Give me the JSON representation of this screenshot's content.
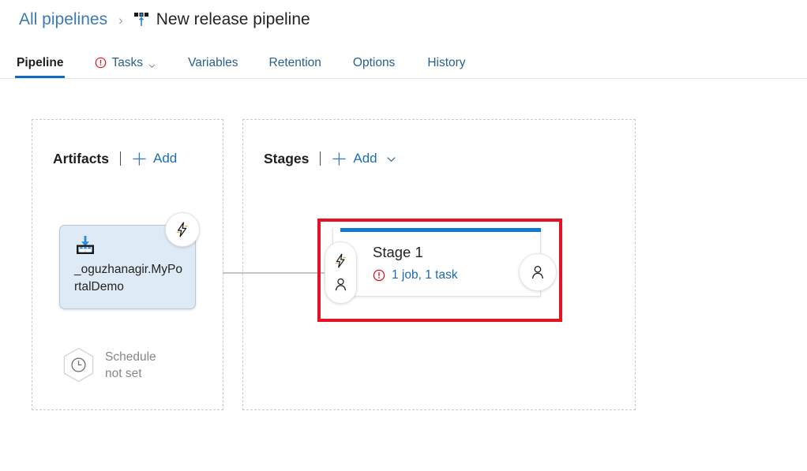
{
  "header": {
    "breadcrumb_link": "All pipelines",
    "breadcrumb_separator": "›",
    "title": "New release pipeline",
    "title_icon": "release-pipeline-icon"
  },
  "tabs": [
    {
      "label": "Pipeline",
      "active": true,
      "icon": "",
      "chevron": false
    },
    {
      "label": "Tasks",
      "active": false,
      "icon": "warning-icon",
      "chevron": true
    },
    {
      "label": "Variables",
      "active": false,
      "icon": "",
      "chevron": false
    },
    {
      "label": "Retention",
      "active": false,
      "icon": "",
      "chevron": false
    },
    {
      "label": "Options",
      "active": false,
      "icon": "",
      "chevron": false
    },
    {
      "label": "History",
      "active": false,
      "icon": "",
      "chevron": false
    }
  ],
  "artifacts": {
    "panel_title": "Artifacts",
    "add_label": "Add",
    "add_icon": "plus-icon",
    "node": {
      "name": "_oguzhanagir.MyPortalDemo",
      "icon": "build-artifact-icon",
      "trigger_badge_icon": "lightning-bolt-icon"
    },
    "schedule": {
      "line1": "Schedule",
      "line2": "not set",
      "icon": "clock-hexagon-icon"
    }
  },
  "stages": {
    "panel_title": "Stages",
    "add_label": "Add",
    "add_icon": "plus-icon",
    "add_chevron_icon": "chevron-down-icon",
    "node": {
      "name": "Stage 1",
      "status_text": "1 job, 1 task",
      "status_icon": "warning-icon",
      "pre_deployment_trigger_icon": "lightning-bolt-icon",
      "pre_deployment_approval_icon": "person-icon",
      "post_deployment_approval_icon": "person-icon",
      "accent_color": "#0f7ad4"
    }
  },
  "annotation": {
    "highlight_color": "#e81123"
  },
  "colors": {
    "link_blue": "#1a6cb0",
    "accent_blue": "#0f7ad4",
    "warning_red": "#e81123",
    "artifact_fill": "#deeaf6",
    "muted_text": "#8a8886"
  }
}
